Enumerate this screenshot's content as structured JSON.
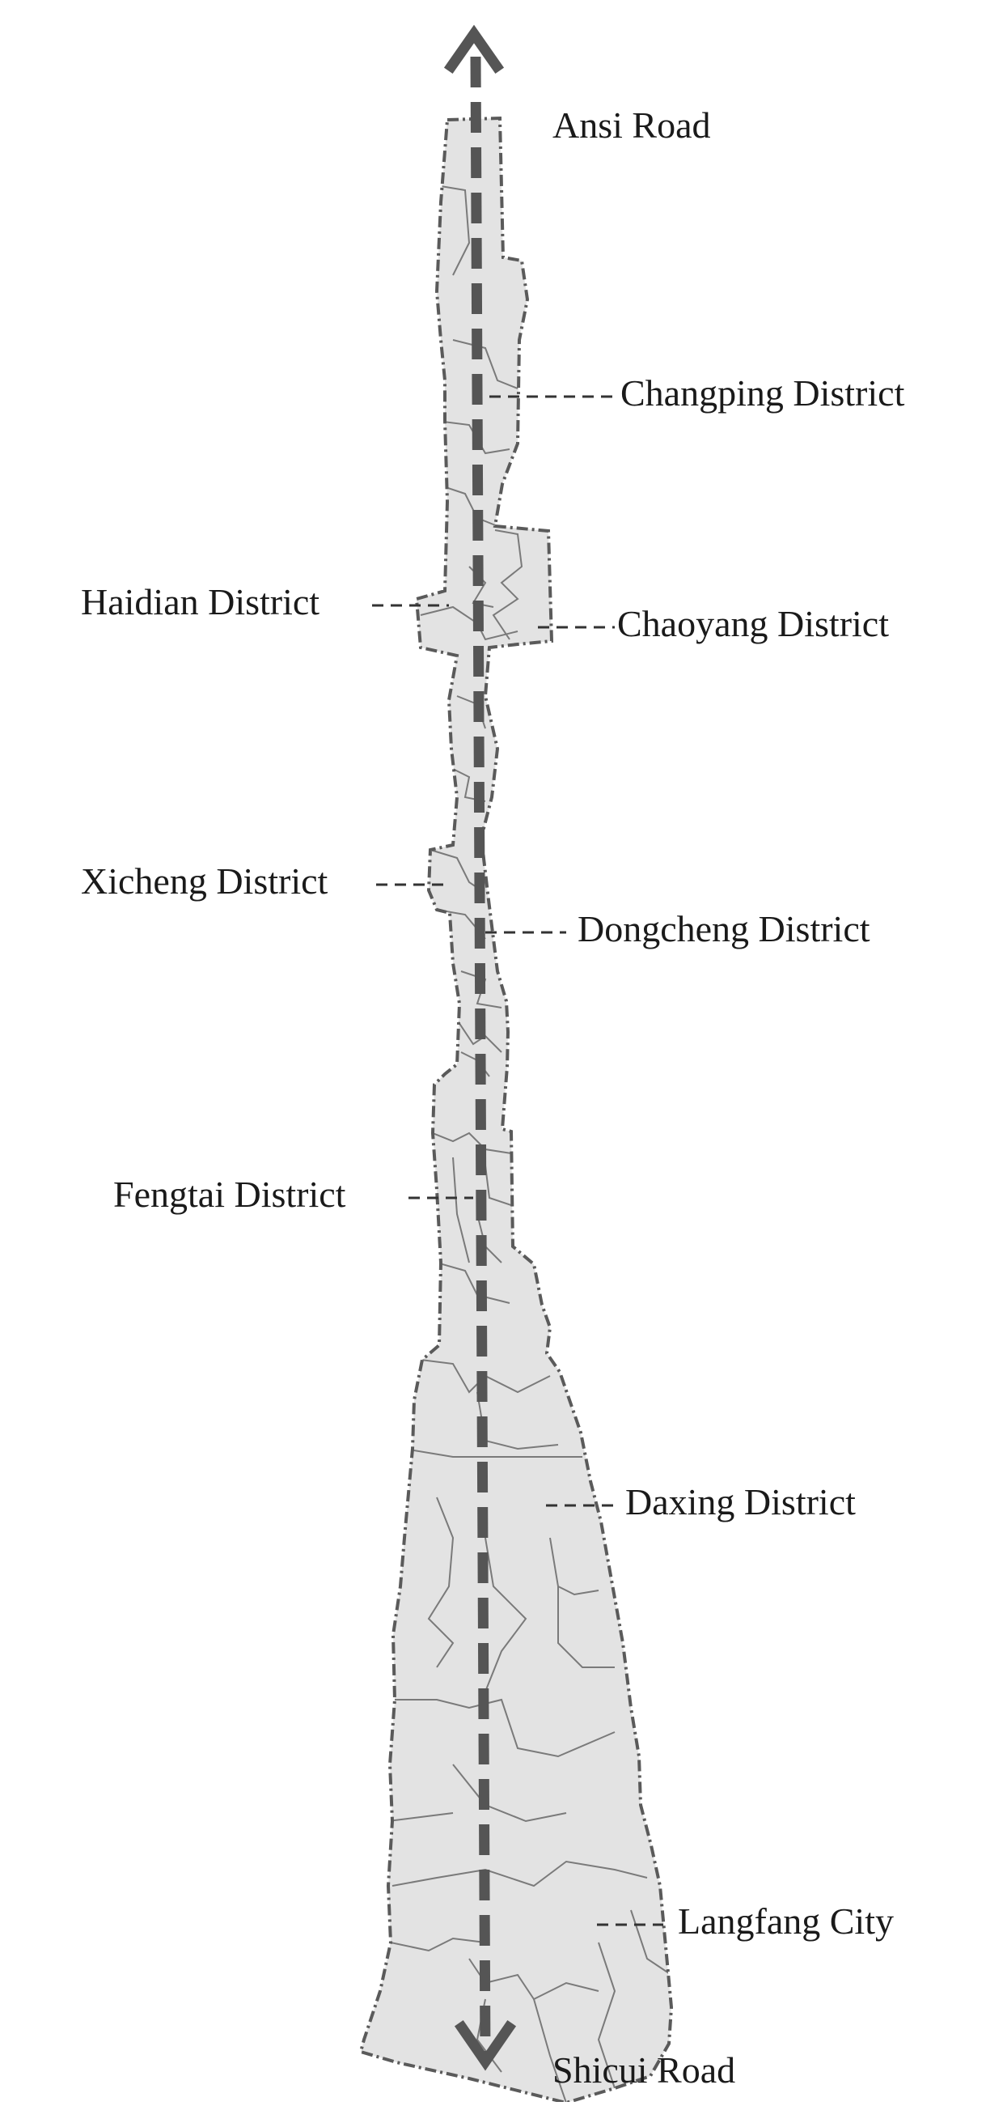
{
  "map": {
    "endpoints": {
      "north": "Ansi Road",
      "south": "Shicui Road"
    },
    "districts": {
      "changping": "Changping District",
      "haidian": "Haidian District",
      "chaoyang": "Chaoyang District",
      "xicheng": "Xicheng District",
      "dongcheng": "Dongcheng District",
      "fengtai": "Fengtai District",
      "daxing": "Daxing District",
      "langfang": "Langfang City"
    },
    "colors": {
      "region_fill": "#e3e3e3",
      "boundary": "#5a5a5a",
      "subdivision": "#7a7a7a",
      "axis_line": "#555555",
      "leader_line": "#333333",
      "text": "#1a1a1a"
    }
  }
}
